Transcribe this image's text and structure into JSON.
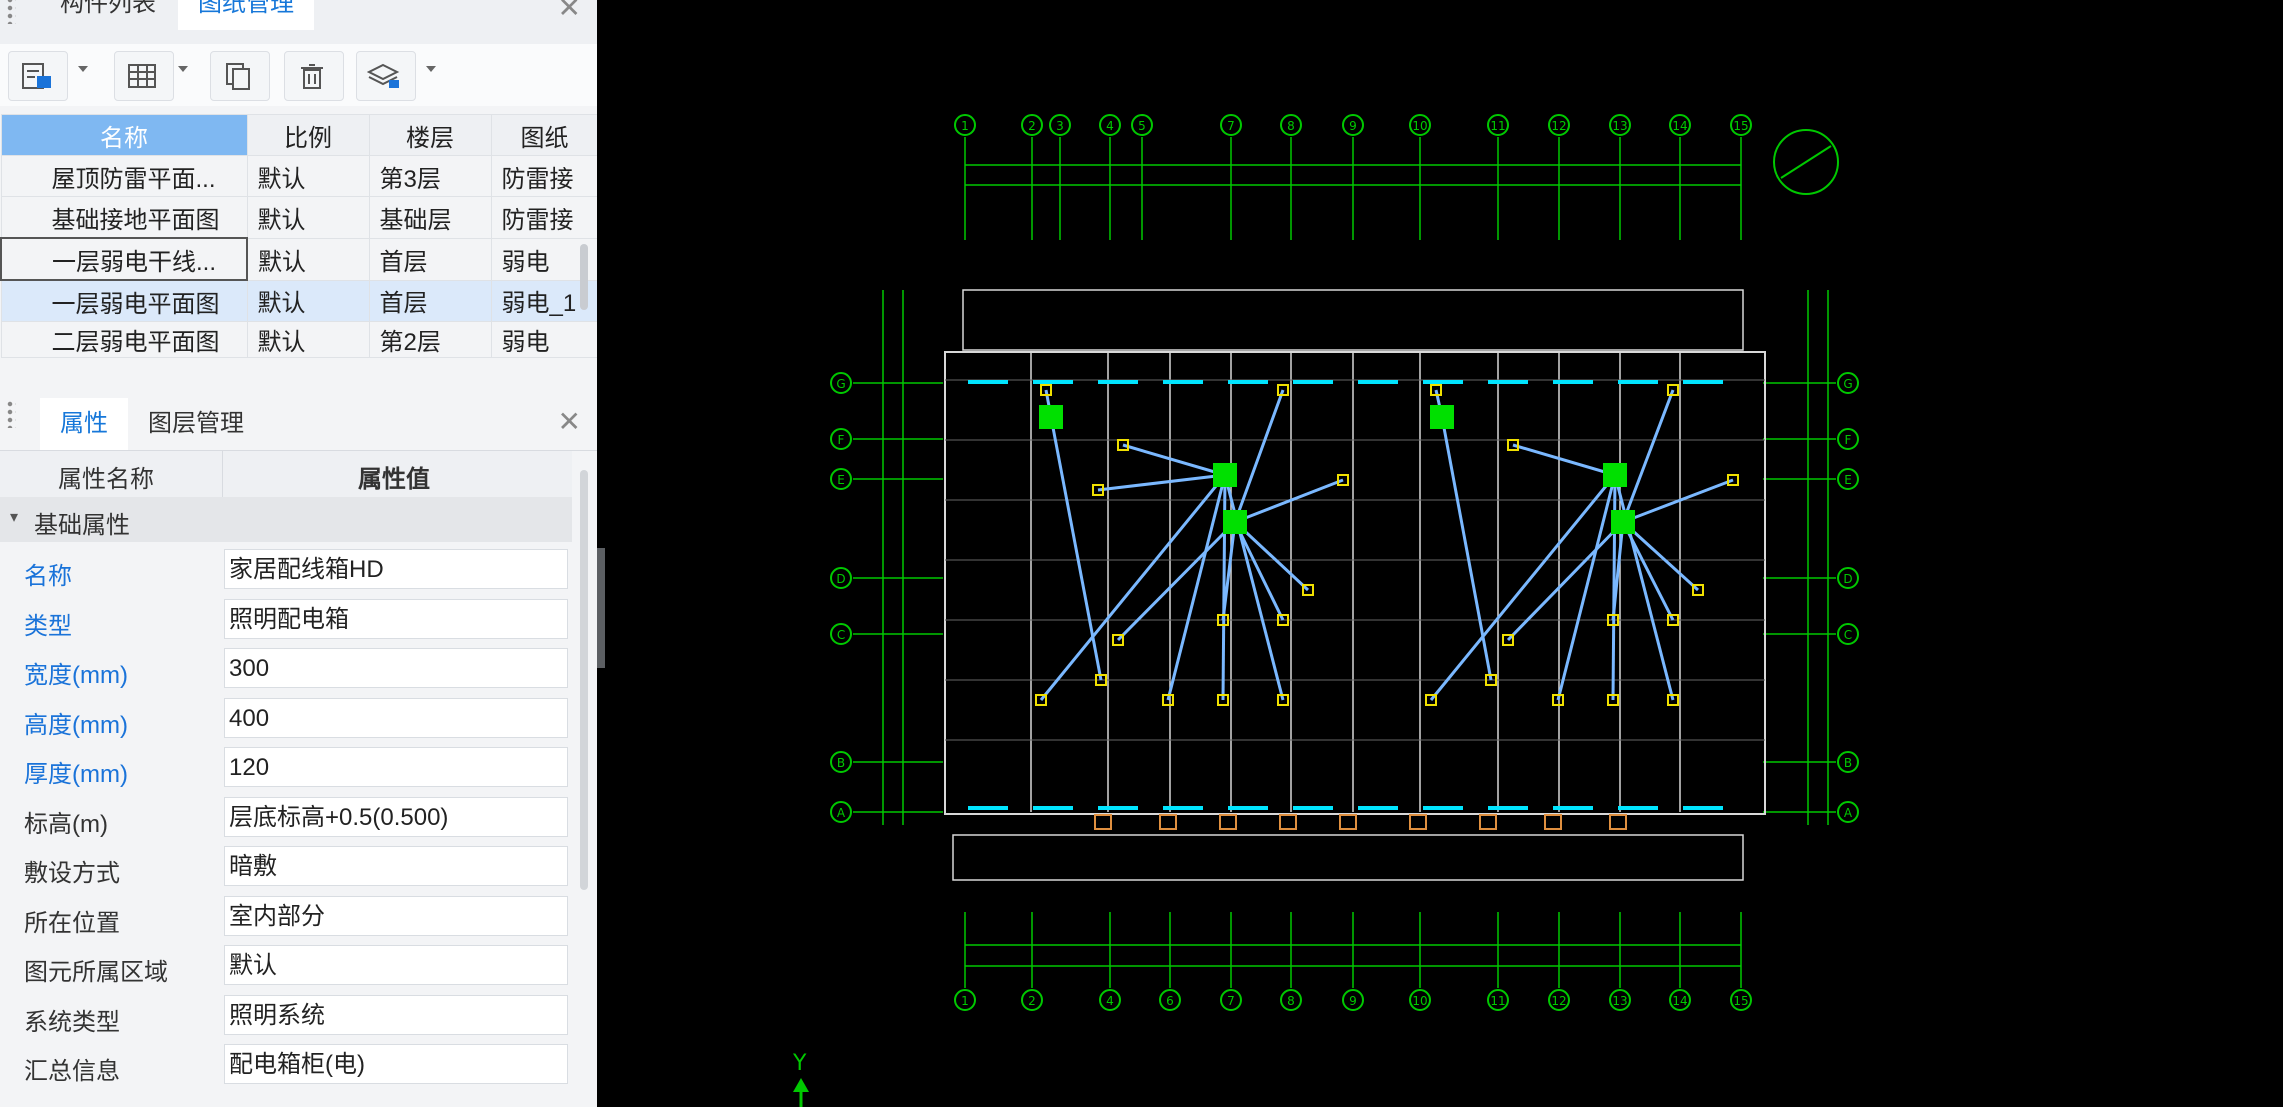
{
  "top_panel": {
    "tabs": [
      {
        "label": "构件列表"
      },
      {
        "label": "图纸管理"
      }
    ],
    "active_tab": 1
  },
  "drawing_table": {
    "columns": [
      "名称",
      "比例",
      "楼层",
      "图纸"
    ],
    "rows": [
      {
        "name": "屋顶防雷平面...",
        "scale": "默认",
        "floor": "第3层",
        "drawing": "防雷接"
      },
      {
        "name": "基础接地平面图",
        "scale": "默认",
        "floor": "基础层",
        "drawing": "防雷接"
      },
      {
        "name": "一层弱电干线...",
        "scale": "默认",
        "floor": "首层",
        "drawing": "弱电"
      },
      {
        "name": "一层弱电平面图",
        "scale": "默认",
        "floor": "首层",
        "drawing": "弱电_1"
      },
      {
        "name": "二层弱电平面图",
        "scale": "默认",
        "floor": "第2层",
        "drawing": "弱电"
      }
    ],
    "selected_row": 3
  },
  "bottom_panel": {
    "tabs": [
      {
        "label": "属性"
      },
      {
        "label": "图层管理"
      }
    ],
    "active_tab": 0
  },
  "properties": {
    "header_name": "属性名称",
    "header_value": "属性值",
    "group": "基础属性",
    "rows": [
      {
        "label": "名称",
        "value": "家居配线箱HD",
        "highlight": true
      },
      {
        "label": "类型",
        "value": "照明配电箱",
        "highlight": true
      },
      {
        "label": "宽度(mm)",
        "value": "300",
        "highlight": true
      },
      {
        "label": "高度(mm)",
        "value": "400",
        "highlight": true
      },
      {
        "label": "厚度(mm)",
        "value": "120",
        "highlight": true
      },
      {
        "label": "标高(m)",
        "value": "层底标高+0.5(0.500)",
        "highlight": false
      },
      {
        "label": "敷设方式",
        "value": "暗敷",
        "highlight": false
      },
      {
        "label": "所在位置",
        "value": "室内部分",
        "highlight": false
      },
      {
        "label": "图元所属区域",
        "value": "默认",
        "highlight": false
      },
      {
        "label": "系统类型",
        "value": "照明系统",
        "highlight": false
      },
      {
        "label": "汇总信息",
        "value": "配电箱柜(电)",
        "highlight": false
      }
    ]
  },
  "cad": {
    "top_axes": [
      "1",
      "2",
      "3",
      "4",
      "5",
      "7",
      "8",
      "9",
      "10",
      "11",
      "12",
      "13",
      "14",
      "15"
    ],
    "bottom_axes": [
      "1",
      "2",
      "4",
      "6",
      "7",
      "8",
      "9",
      "10",
      "11",
      "12",
      "13",
      "14",
      "15"
    ],
    "side_axes": [
      "G",
      "F",
      "E",
      "D",
      "C",
      "B",
      "A"
    ],
    "y_axis_label": "Y",
    "colors": {
      "axis": "#00c800",
      "wall": "#d8d8d8",
      "wire": "#7ab8ff",
      "box": "#00e000",
      "device": "#f0e000",
      "window": "#00e5ff"
    }
  }
}
